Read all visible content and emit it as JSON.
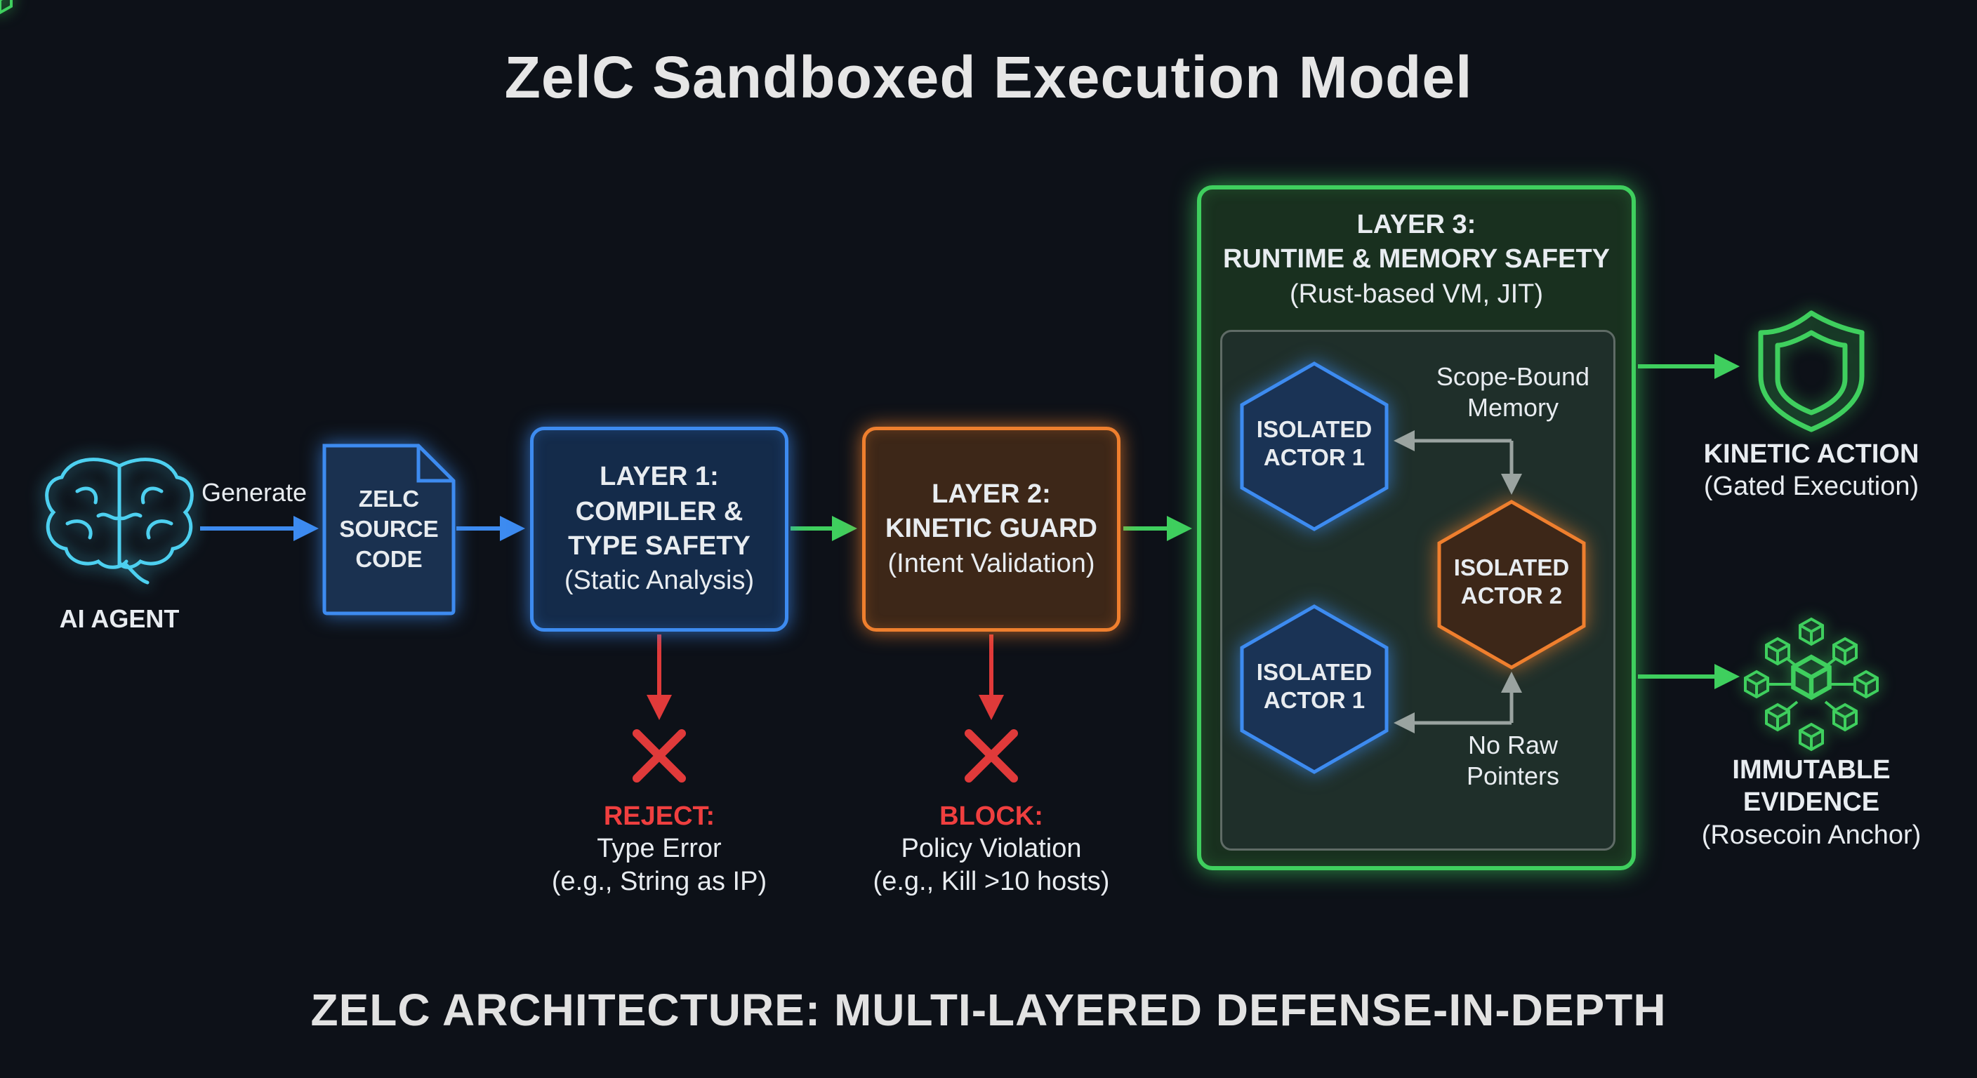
{
  "title": "ZelC Sandboxed Execution Model",
  "footer": "ZELC ARCHITECTURE: MULTI-LAYERED DEFENSE-IN-DEPTH",
  "agent": {
    "label": "AI AGENT",
    "icon": "brain-icon"
  },
  "generate_label": "Generate",
  "source": {
    "line1": "ZELC",
    "line2": "SOURCE",
    "line3": "CODE",
    "icon": "document-icon"
  },
  "layer1": {
    "line1": "LAYER 1:",
    "line2": "COMPILER &",
    "line3": "TYPE SAFETY",
    "sub": "(Static Analysis)"
  },
  "layer2": {
    "line1": "LAYER 2:",
    "line2": "KINETIC GUARD",
    "sub": "(Intent Validation)"
  },
  "layer3": {
    "line1": "LAYER 3:",
    "line2": "RUNTIME & MEMORY SAFETY",
    "sub": "(Rust-based VM, JIT)"
  },
  "actors": {
    "a1": {
      "line1": "ISOLATED",
      "line2": "ACTOR 1"
    },
    "a2": {
      "line1": "ISOLATED",
      "line2": "ACTOR 2"
    },
    "a3": {
      "line1": "ISOLATED",
      "line2": "ACTOR 1"
    }
  },
  "scope_bound": {
    "line1": "Scope-Bound",
    "line2": "Memory"
  },
  "no_raw": {
    "line1": "No Raw",
    "line2": "Pointers"
  },
  "reject": {
    "title": "REJECT:",
    "line1": "Type Error",
    "line2": "(e.g., String as IP)"
  },
  "block": {
    "title": "BLOCK:",
    "line1": "Policy Violation",
    "line2": "(e.g., Kill >10 hosts)"
  },
  "kinetic": {
    "title": "KINETIC ACTION",
    "sub": "(Gated Execution)",
    "icon": "shield-icon"
  },
  "evidence": {
    "line1": "IMMUTABLE",
    "line2": "EVIDENCE",
    "sub": "(Rosecoin Anchor)",
    "icon": "blockchain-cubes-icon"
  },
  "colors": {
    "blue": "#3d8bf0",
    "orange": "#ef7f2e",
    "green": "#3fcf5e",
    "red": "#ef3f3f",
    "background": "#0d1118"
  }
}
